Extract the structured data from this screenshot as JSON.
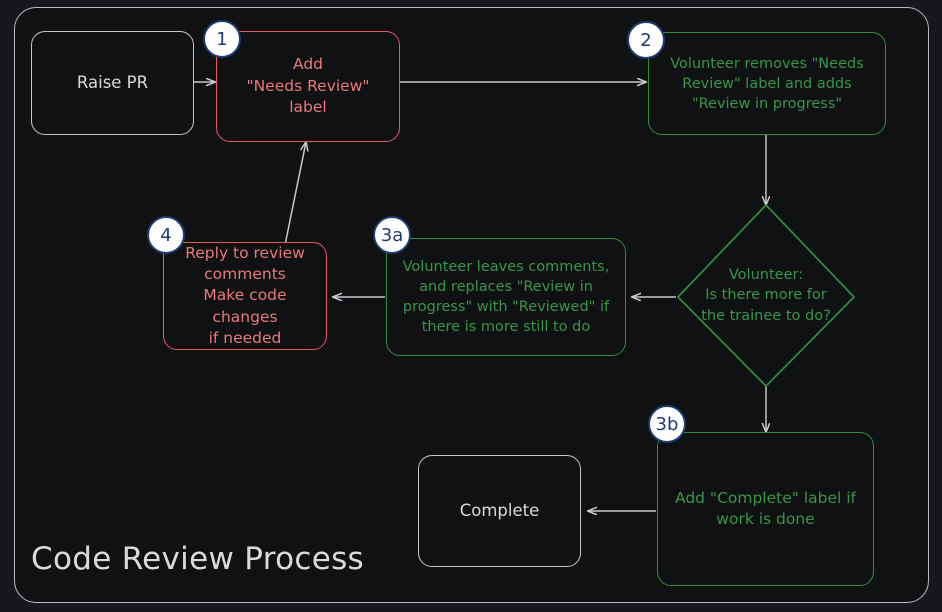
{
  "diagram": {
    "title": "Code Review Process",
    "background_color": "#101113",
    "page_background_color": "#16181d",
    "frame_border_color": "#b9babd",
    "colors": {
      "grey": "#c4c5c8",
      "grey_text": "#d9dadc",
      "red_border": "#e05b63",
      "red_text": "#e8797d",
      "green_border": "#2f8f3f",
      "green_text": "#399549",
      "arrow": "#c8c9cc",
      "badge_fill": "#ffffff",
      "badge_border": "#1c3c78",
      "badge_text": "#1c3c78"
    }
  },
  "nodes": [
    {
      "id": "raise-pr",
      "label": "Raise PR",
      "shape": "rounded-rect",
      "style": "grey",
      "badge": null
    },
    {
      "id": "add-needs-review-label",
      "label": "Add\n\"Needs Review\"\nlabel",
      "shape": "rounded-rect",
      "style": "red",
      "badge": "1"
    },
    {
      "id": "volunteer-takes-review",
      "label": "Volunteer removes \"Needs\nReview\" label and adds\n\"Review in progress\"",
      "shape": "rounded-rect",
      "style": "green",
      "badge": "2"
    },
    {
      "id": "volunteer-decision",
      "label": "Volunteer:\nIs there more for\nthe trainee to do?",
      "shape": "diamond",
      "style": "green",
      "badge": null
    },
    {
      "id": "volunteer-leaves-comments",
      "label": "Volunteer leaves comments,\nand replaces \"Review in\nprogress\" with \"Reviewed\" if\nthere is more still to do",
      "shape": "rounded-rect",
      "style": "green",
      "badge": "3a"
    },
    {
      "id": "reply-to-review-comments",
      "label": "Reply to review\ncomments\nMake code changes\nif needed",
      "shape": "rounded-rect",
      "style": "red",
      "badge": "4"
    },
    {
      "id": "add-complete-label",
      "label": "Add \"Complete\" label if\nwork is done",
      "shape": "rounded-rect",
      "style": "green",
      "badge": "3b"
    },
    {
      "id": "complete",
      "label": "Complete",
      "shape": "rounded-rect",
      "style": "grey",
      "badge": null
    }
  ],
  "badges": [
    {
      "id": "badge-1",
      "text": "1"
    },
    {
      "id": "badge-2",
      "text": "2"
    },
    {
      "id": "badge-3a",
      "text": "3a"
    },
    {
      "id": "badge-3b",
      "text": "3b"
    },
    {
      "id": "badge-4",
      "text": "4"
    }
  ],
  "edges": [
    {
      "id": "edge-raise-pr-to-add-label",
      "from": "raise-pr",
      "to": "add-needs-review-label",
      "label": ""
    },
    {
      "id": "edge-add-label-to-volunteer",
      "from": "add-needs-review-label",
      "to": "volunteer-takes-review",
      "label": ""
    },
    {
      "id": "edge-volunteer-to-decision",
      "from": "volunteer-takes-review",
      "to": "volunteer-decision",
      "label": ""
    },
    {
      "id": "edge-decision-to-comments",
      "from": "volunteer-decision",
      "to": "volunteer-leaves-comments",
      "label": ""
    },
    {
      "id": "edge-comments-to-reply",
      "from": "volunteer-leaves-comments",
      "to": "reply-to-review-comments",
      "label": ""
    },
    {
      "id": "edge-reply-to-add-label",
      "from": "reply-to-review-comments",
      "to": "add-needs-review-label",
      "label": ""
    },
    {
      "id": "edge-decision-to-add-complete",
      "from": "volunteer-decision",
      "to": "add-complete-label",
      "label": ""
    },
    {
      "id": "edge-add-complete-to-complete",
      "from": "add-complete-label",
      "to": "complete",
      "label": ""
    }
  ]
}
